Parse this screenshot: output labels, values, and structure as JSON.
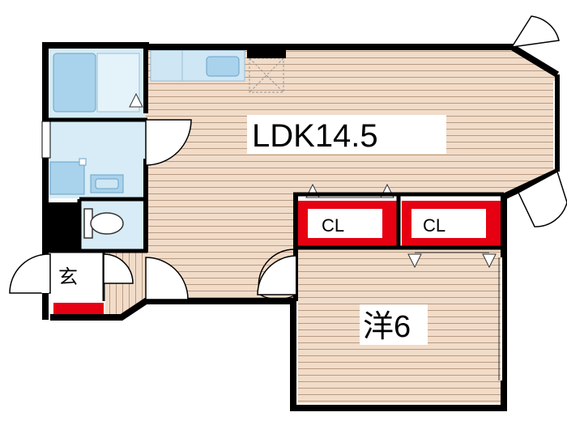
{
  "rooms": {
    "ldk": "LDK14.5",
    "western": "洋6",
    "closet_left": "CL",
    "closet_right": "CL",
    "entrance": "玄"
  },
  "colors": {
    "wall": "#000000",
    "floor_wood": "#f1dcc9",
    "floor_line": "#b99a80",
    "wet_area": "#d7ecf6",
    "fixture": "#a9d2ec",
    "closet": "#e60012",
    "label_bg": "#ffffff"
  }
}
